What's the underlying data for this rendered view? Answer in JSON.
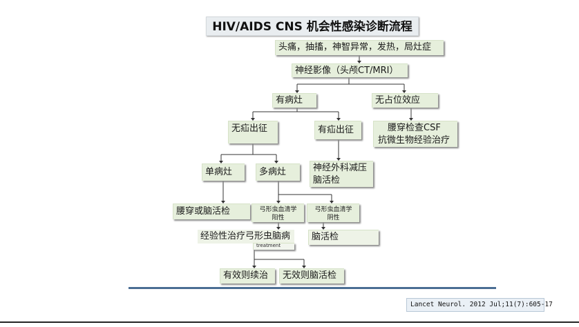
{
  "title": "HIV/AIDS CNS 机会性感染诊断流程",
  "nodes": {
    "symptoms": "头痛，抽搐，神智异常，发热，局灶症",
    "imaging": "神经影像（头颅CT/MRI）",
    "has_lesion": "有病灶",
    "no_mass_effect": "无占位效应",
    "no_mass_sign": "无疝出征",
    "has_mass_sign": "有疝出征",
    "csf_line1": "腰穿检查CSF",
    "csf_line2": "抗微生物经验治疗",
    "single_lesion": "单病灶",
    "multi_lesion": "多病灶",
    "neurosurgery_line1": "神经外科减压",
    "neurosurgery_line2": "脑活检",
    "lp_or_biopsy": "腰穿或脑活检",
    "toxo_pos_line1": "弓形虫血清学",
    "toxo_pos_line2": "阳性",
    "toxo_neg_line1": "弓形虫血清学",
    "toxo_neg_line2": "阴性",
    "empiric_toxo": "经验性治疗弓形虫脑病",
    "biopsy": "脑活检",
    "effective": "有效则续治",
    "ineffective": "无效则脑活检"
  },
  "edge_labels": {
    "treatment": "treatment"
  },
  "citation": "Lancet Neurol. 2012 Jul;11(7):605-17",
  "colors": {
    "node_fill": "#e6efdc",
    "title_fill": "#e9edf0",
    "rule": "#4a6d93",
    "line": "#333333"
  }
}
